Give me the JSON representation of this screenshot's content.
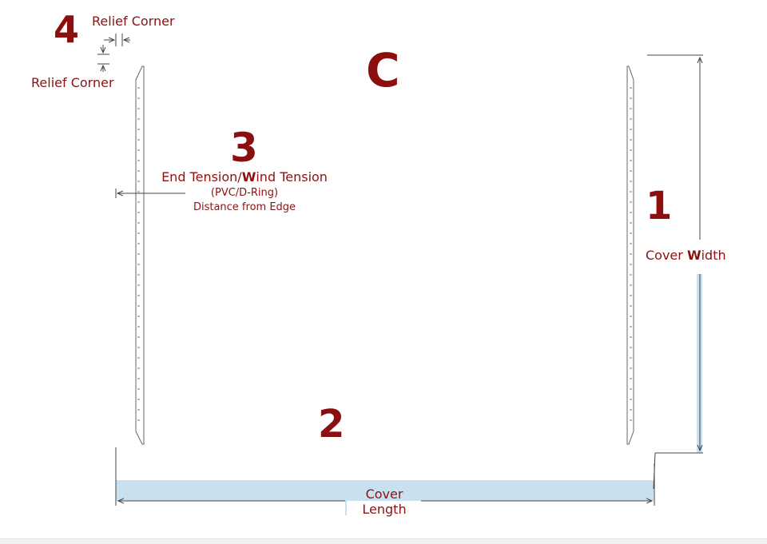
{
  "callouts": {
    "c_marker": "C",
    "n1": "1",
    "n2": "2",
    "n3": "3",
    "n4": "4"
  },
  "labels": {
    "relief_corner_top": "Relief Corner",
    "relief_corner_left": "Relief Corner",
    "cover_width_pre": "Cover ",
    "cover_width_bold": "W",
    "cover_width_post": "idth",
    "tension_l1_a": "End Tension/",
    "tension_l1_bold": "W",
    "tension_l1_b": "ind Tension",
    "tension_l2": "(PVC/D-Ring)",
    "tension_l3": "Distance from Edge",
    "cover_length_l1": "Cover",
    "cover_length_l2": "Length"
  },
  "colors": {
    "accent_red": "#8b0f0f",
    "dimension_blue": "#c9e0ee",
    "line": "#555555"
  }
}
